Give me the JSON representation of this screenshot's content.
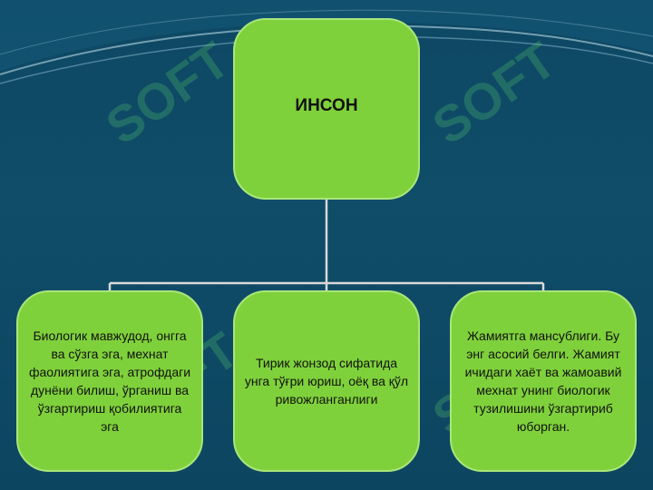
{
  "diagram": {
    "root": {
      "label": "ИНСОН"
    },
    "children": [
      {
        "label": "Биологик мавжудод, онгга ва сўзга эга, мехнат фаолиятига эга, атрофдаги дунёни билиш, ўрганиш ва ўзгартириш қобилиятига эга"
      },
      {
        "label": "Тирик жонзод сифатида унга тўғри юриш, оёқ ва қўл ривожланганлиги"
      },
      {
        "label": "Жамиятга мансублиги. Бу энг асосий белги. Жамият ичидаги хаёт ва жамоавий мехнат унинг биологик  тузилишини ўзгартириб юборган."
      }
    ]
  },
  "watermark": {
    "text": "SOFT"
  },
  "colors": {
    "background": "#0d4763",
    "node_fill": "#7fd13b",
    "node_border": "#a8e67a",
    "connector": "#d9d9d9"
  }
}
